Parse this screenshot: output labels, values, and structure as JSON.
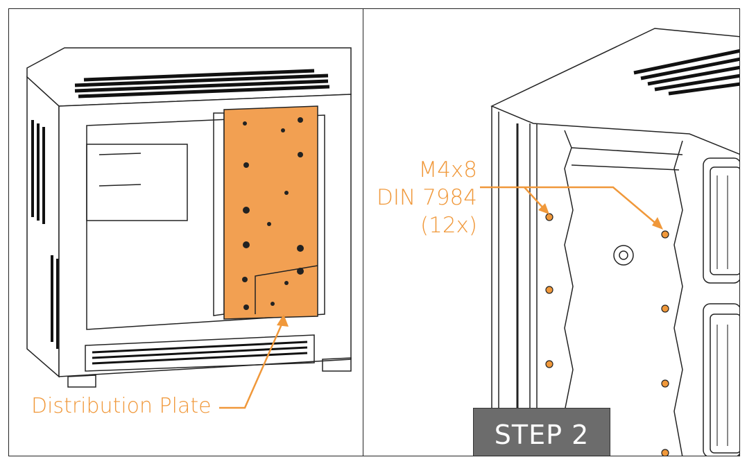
{
  "left_panel": {
    "callout": "Distribution Plate"
  },
  "right_panel": {
    "callout_lines": [
      "M4x8",
      "DIN 7984",
      "(12x)"
    ],
    "step_label": "STEP 2"
  },
  "colors": {
    "accent": "#f0983a",
    "plate": "#f2a052",
    "step_bg": "#6c6c6c"
  }
}
